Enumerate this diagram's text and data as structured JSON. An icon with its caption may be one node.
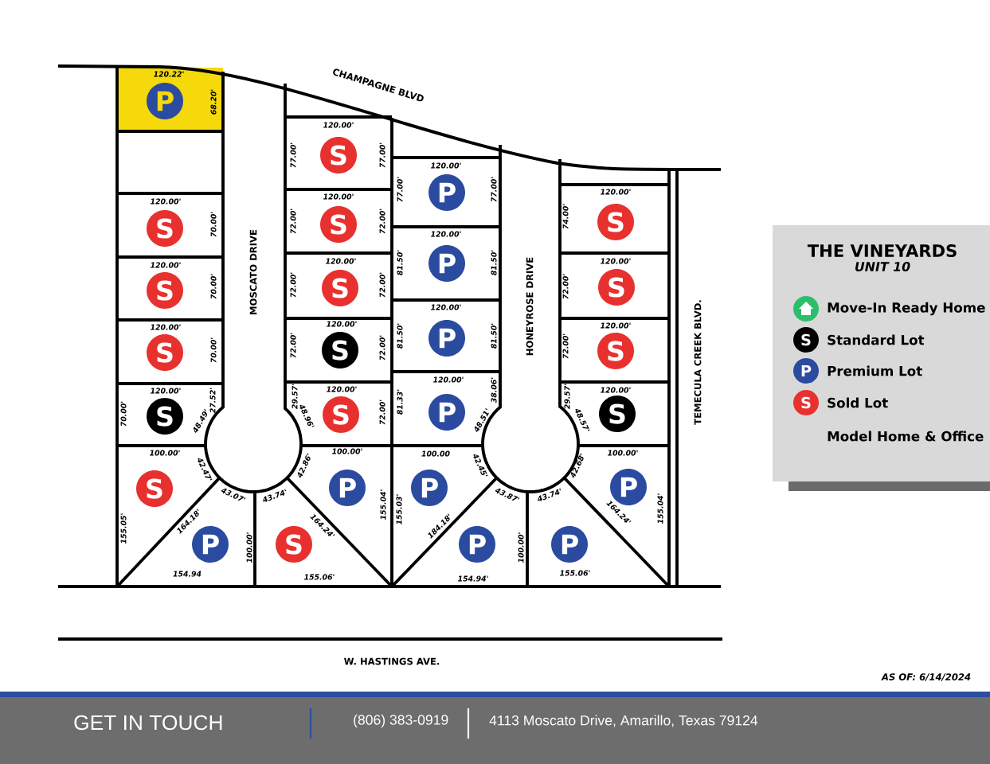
{
  "diagram": {
    "title": "THE VINEYARDS",
    "nodes": [
      {
        "text": [
          "P"
        ]
      },
      {
        "text": [
          "S"
        ]
      },
      {
        "text": [
          "S"
        ]
      },
      {
        "text": [
          "S"
        ]
      },
      {
        "text": [
          "S"
        ]
      },
      {
        "text": [
          "S"
        ]
      },
      {
        "text": [
          "S"
        ]
      },
      {
        "text": [
          "S"
        ]
      },
      {
        "text": [
          "S"
        ]
      },
      {
        "text": [
          "S"
        ]
      },
      {
        "text": [
          "P"
        ]
      },
      {
        "text": [
          "P"
        ]
      },
      {
        "text": [
          "P"
        ]
      },
      {
        "text": [
          "P"
        ]
      },
      {
        "text": [
          "S"
        ]
      },
      {
        "text": [
          "S"
        ]
      },
      {
        "text": [
          "S"
        ]
      },
      {
        "text": [
          "S"
        ]
      },
      {
        "text": [
          "S"
        ]
      },
      {
        "text": [
          "P"
        ]
      },
      {
        "text": [
          "S"
        ]
      },
      {
        "text": [
          "P"
        ]
      },
      {
        "text": [
          "P"
        ]
      },
      {
        "text": [
          "P"
        ]
      },
      {
        "text": [
          "P"
        ]
      },
      {
        "text": [
          "P"
        ]
      }
    ],
    "labels": [
      "CHAMPAGNE BLVD",
      "120.22'",
      "68.20'",
      "120.00'",
      "70.00'",
      "120.00'",
      "70.00'",
      "120.00'",
      "70.00'",
      "120.00'",
      "70.00'",
      "27.52'",
      "48.49'",
      "MOSCATO DRIVE",
      "120.00'",
      "77.00'",
      "77.00'",
      "120.00'",
      "72.00'",
      "72.00'",
      "120.00'",
      "72.00'",
      "72.00'",
      "120.00'",
      "72.00'",
      "72.00'",
      "120.00'",
      "29.57'",
      "48.96'",
      "72.00'",
      "120.00'",
      "77.00'",
      "77.00'",
      "120.00'",
      "81.50'",
      "81.50'",
      "120.00'",
      "81.50'",
      "81.50'",
      "120.00'",
      "81.33'",
      "38.06'",
      "48.51'",
      "HONEYROSE DRIVE",
      "120.00'",
      "74.00'",
      "120.00'",
      "72.00'",
      "120.00'",
      "72.00'",
      "120.00'",
      "29.57'",
      "48.57'",
      "TEMECULA CREEK BLVD.",
      "100.00'",
      "42.47'",
      "155.05'",
      "164.18'",
      "43.07'",
      "100.00'",
      "154.94",
      "43.74'",
      "42.86'",
      "100.00'",
      "164.24'",
      "155.04'",
      "155.06'",
      "100.00",
      "42.45'",
      "155.03'",
      "184.18'",
      "43.87'",
      "100.00'",
      "154.94'",
      "43.74'",
      "42.68'",
      "100.00'",
      "164.24'",
      "155.04'",
      "155.06'",
      "W. HASTINGS AVE.",
      "AS OF: 6/14/2024",
      "UNIT 10",
      "S",
      "P",
      "S",
      "GET IN TOUCH",
      "(806) 383-0919",
      "4113 Moscato Drive, Amarillo, Texas 79124"
    ],
    "legend": [
      {
        "text": "Move-In Ready Home",
        "color": "#2dbe6c"
      },
      {
        "text": "Standard Lot",
        "color": "#000000"
      },
      {
        "text": "Premium Lot",
        "color": "#2b4ba0"
      },
      {
        "text": "Sold Lot",
        "color": "#e8312f"
      },
      {
        "text": "Model Home & Office"
      }
    ]
  }
}
